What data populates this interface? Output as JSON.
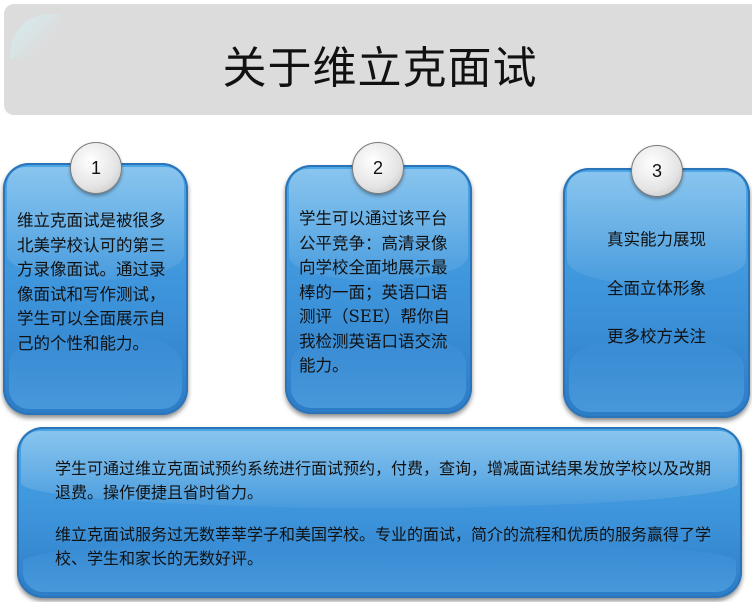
{
  "title": "关于维立克面试",
  "cards": [
    {
      "number": "1",
      "text": "维立克面试是被很多北美学校认可的第三方录像面试。通过录像面试和写作测试，学生可以全面展示自己的个性和能力。"
    },
    {
      "number": "2",
      "text": "学生可以通过该平台公平竞争：高清录像向学校全面地展示最棒的一面；英语口语测评（SEE）帮你自我检测英语口语交流能力。"
    },
    {
      "number": "3",
      "items": [
        "真实能力展现",
        "全面立体形象",
        "更多校方关注"
      ]
    }
  ],
  "bottom": {
    "paragraphs": [
      "学生可通过维立克面试预约系统进行面试预约，付费，查询，增减面试结果发放学校以及改期退费。操作便捷且省时省力。",
      "维立克面试服务过无数莘莘学子和美国学校。专业的面试，简介的流程和优质的服务赢得了学校、学生和家长的无数好评。"
    ]
  }
}
